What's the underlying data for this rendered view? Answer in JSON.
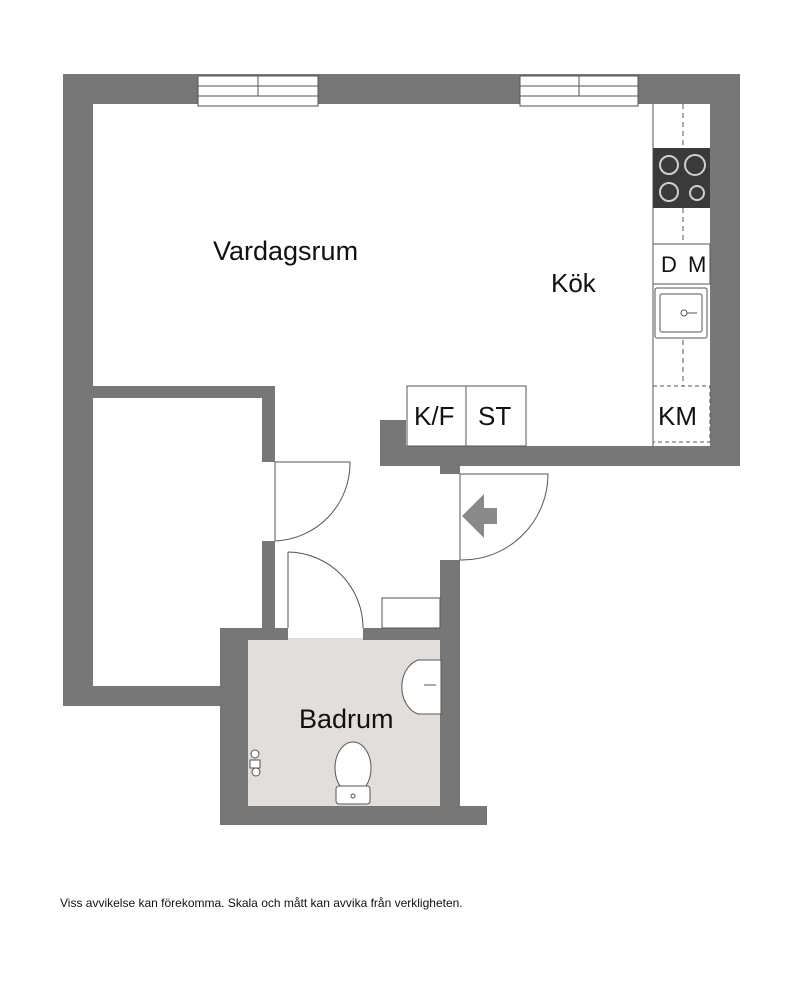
{
  "rooms": {
    "living": "Vardagsrum",
    "kitchen": "Kök",
    "bathroom": "Badrum"
  },
  "appliances": {
    "dishwasher": "D",
    "microwave": "M",
    "fridge_freezer": "K/F",
    "storage": "ST",
    "washing_machine": "KM"
  },
  "disclaimer": "Viss avvikelse kan förekomma. Skala och mått kan avvika från verkligheten.",
  "colors": {
    "wall": "#777777",
    "bathroom_floor": "#e2dedb",
    "hob": "#3a3a3a",
    "entrance_arrow": "#8a8a8a"
  }
}
